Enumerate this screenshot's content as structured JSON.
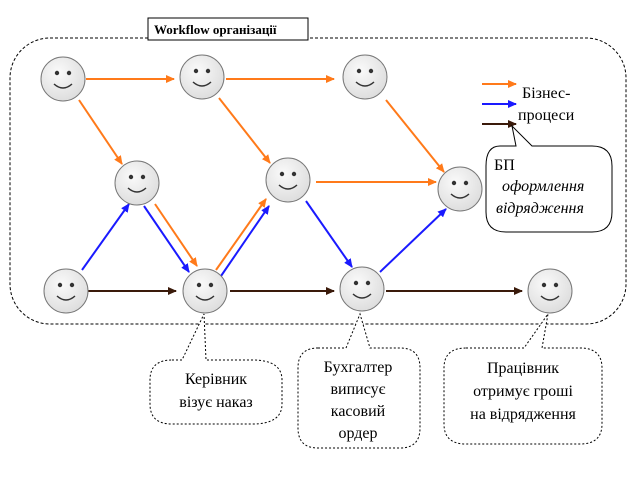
{
  "title": "Workflow  організації",
  "legend": {
    "label_line1": "Бізнес-",
    "label_line2": "процеси",
    "colors": [
      "#ff7a1a",
      "#1a1aff",
      "#3a1a0a"
    ]
  },
  "callouts": {
    "bp": {
      "line1": "БП",
      "line2": "оформлення",
      "line3": "відрядження"
    },
    "manager": {
      "line1": "Керівник",
      "line2": "візує наказ"
    },
    "accountant": {
      "line1": "Бухгалтер",
      "line2": "виписує",
      "line3": "касовий",
      "line4": "ордер"
    },
    "worker": {
      "line1": "Працівник",
      "line2": "отримує гроші",
      "line3": "на відрядження"
    }
  },
  "colors": {
    "orange": "#ff7a1a",
    "blue": "#1a1aff",
    "dark": "#3a1a0a",
    "face_fill": "#ececec"
  }
}
